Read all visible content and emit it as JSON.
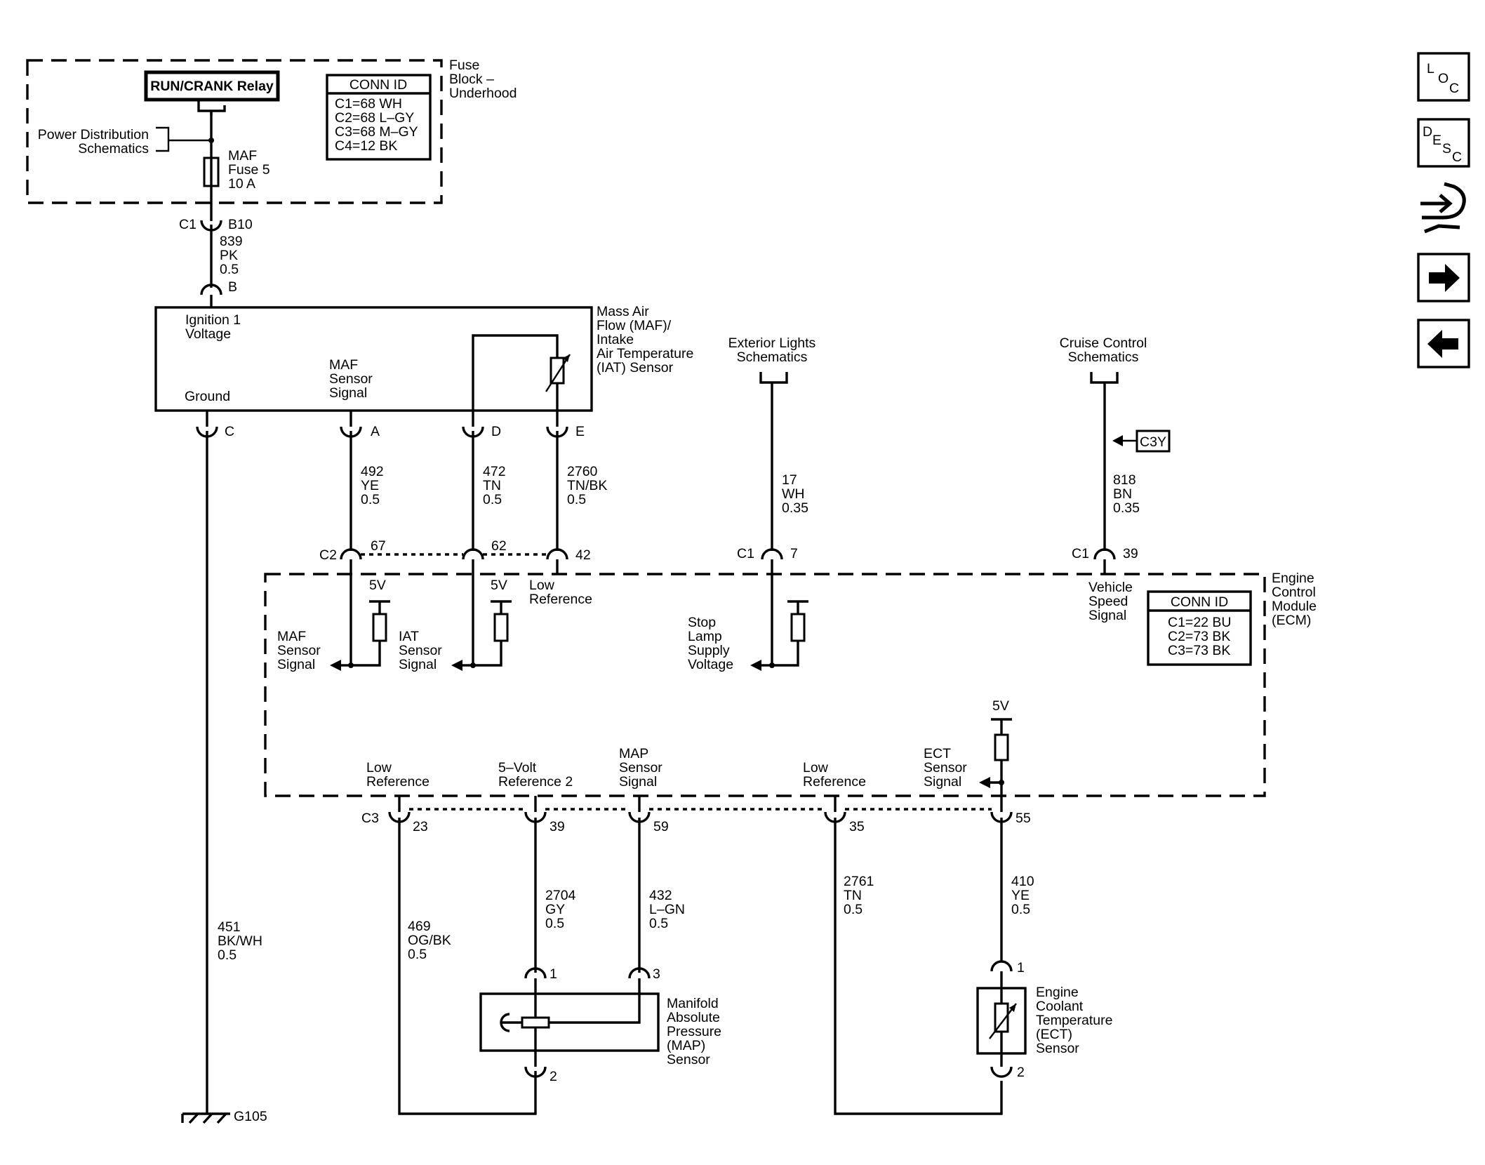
{
  "fuse_block": {
    "relay": "RUN/CRANK Relay",
    "title": [
      "Fuse",
      "Block –",
      "Underhood"
    ],
    "power_dist": [
      "Power Distribution",
      "Schematics"
    ],
    "fuse": [
      "MAF",
      "Fuse 5",
      "10 A"
    ],
    "conn_id_title": "CONN ID",
    "conn_ids": [
      "C1=68 WH",
      "C2=68 L–GY",
      "C3=68 M–GY",
      "C4=12 BK"
    ]
  },
  "fuse_out": {
    "conn": "C1",
    "pin": "B10",
    "wire": [
      "839",
      "PK",
      "0.5"
    ],
    "sensor_pin": "B"
  },
  "maf_sensor": {
    "name": [
      "Mass Air",
      "Flow (MAF)/",
      "Intake",
      "Air Temperature",
      "(IAT) Sensor"
    ],
    "ignition": [
      "Ignition 1",
      "Voltage"
    ],
    "signal": [
      "MAF",
      "Sensor",
      "Signal"
    ],
    "ground": "Ground",
    "pins": [
      "C",
      "A",
      "D",
      "E"
    ]
  },
  "maf_wires": [
    {
      "circuit": "492",
      "color": "YE",
      "gauge": "0.5"
    },
    {
      "circuit": "472",
      "color": "TN",
      "gauge": "0.5"
    },
    {
      "circuit": "2760",
      "color": "TN/BK",
      "gauge": "0.5"
    }
  ],
  "ground_wire": {
    "circuit": "451",
    "color": "BK/WH",
    "gauge": "0.5",
    "ground": "G105"
  },
  "ext_lights": {
    "label": [
      "Exterior Lights",
      "Schematics"
    ],
    "circuit": "17",
    "color": "WH",
    "gauge": "0.35",
    "conn": "C1",
    "pin": "7"
  },
  "cruise": {
    "label": [
      "Cruise Control",
      "Schematics"
    ],
    "circuit": "818",
    "color": "BN",
    "gauge": "0.35",
    "conn": "C1",
    "pin": "39",
    "ref": "C3Y"
  },
  "ecm": {
    "title": [
      "Engine",
      "Control",
      "Module",
      "(ECM)"
    ],
    "c2": "C2",
    "c2_pins": [
      "67",
      "62",
      "42"
    ],
    "v5": "5V",
    "low_ref_top": [
      "Low",
      "Reference"
    ],
    "maf_signal": [
      "MAF",
      "Sensor",
      "Signal"
    ],
    "iat_signal": [
      "IAT",
      "Sensor",
      "Signal"
    ],
    "stop_lamp": [
      "Stop",
      "Lamp",
      "Supply",
      "Voltage"
    ],
    "vss": [
      "Vehicle",
      "Speed",
      "Signal"
    ],
    "conn_id_title": "CONN ID",
    "conn_ids": [
      "C1=22 BU",
      "C2=73 BK",
      "C3=73 BK"
    ],
    "low_ref_1": [
      "Low",
      "Reference"
    ],
    "ref_5v_2": [
      "5–Volt",
      "Reference 2"
    ],
    "map_signal": [
      "MAP",
      "Sensor",
      "Signal"
    ],
    "low_ref_2": [
      "Low",
      "Reference"
    ],
    "ect_signal": [
      "ECT",
      "Sensor",
      "Signal"
    ],
    "c3": "C3",
    "c3_pins": [
      "23",
      "39",
      "59",
      "35",
      "55"
    ]
  },
  "c3_wires": [
    {
      "circuit": "469",
      "color": "OG/BK",
      "gauge": "0.5"
    },
    {
      "circuit": "2704",
      "color": "GY",
      "gauge": "0.5"
    },
    {
      "circuit": "432",
      "color": "L–GN",
      "gauge": "0.5"
    },
    {
      "circuit": "2761",
      "color": "TN",
      "gauge": "0.5"
    },
    {
      "circuit": "410",
      "color": "YE",
      "gauge": "0.5"
    }
  ],
  "map_sensor": {
    "name": [
      "Manifold",
      "Absolute",
      "Pressure",
      "(MAP)",
      "Sensor"
    ],
    "pins": [
      "1",
      "3",
      "2"
    ]
  },
  "ect_sensor": {
    "name": [
      "Engine",
      "Coolant",
      "Temperature",
      "(ECT)",
      "Sensor"
    ],
    "pins": [
      "1",
      "2"
    ]
  },
  "nav": {
    "loc": [
      "L",
      "O",
      "C"
    ],
    "desc": [
      "D",
      "E",
      "S",
      "C"
    ],
    "icons": [
      "wiring-harness-icon",
      "arrow-right-icon",
      "arrow-left-icon"
    ]
  }
}
